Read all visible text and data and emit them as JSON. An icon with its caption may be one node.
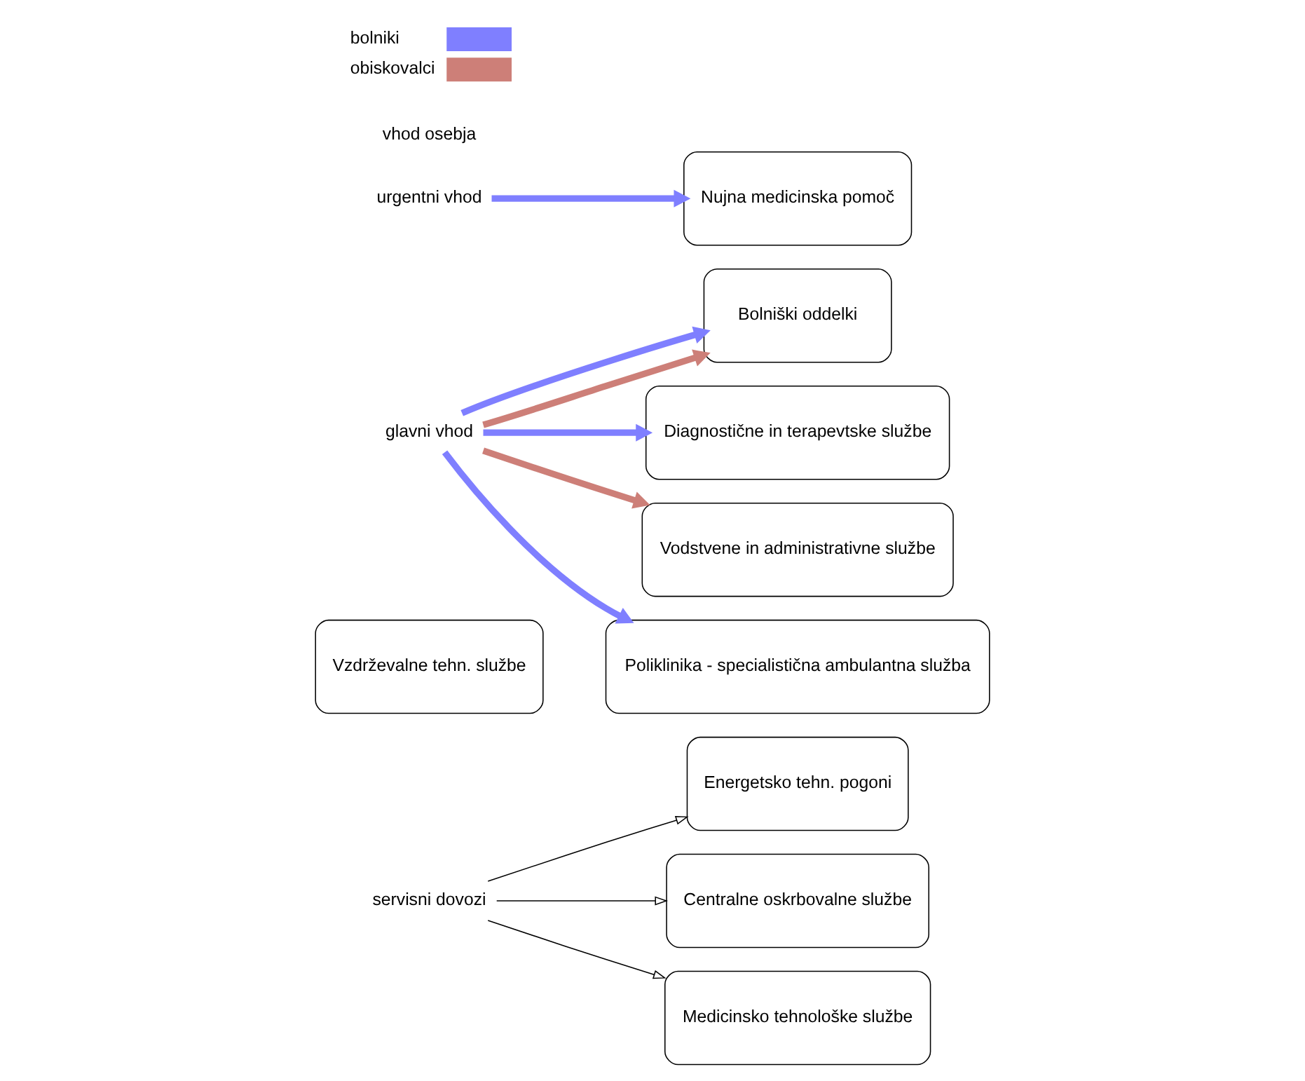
{
  "diagram": {
    "nodes": [
      {
        "text": [
          "servisni dovozi"
        ]
      },
      {
        "text": [
          "Energetsko tehn. pogoni"
        ]
      },
      {
        "text": [
          "Vzdrževalne tehn. službe"
        ]
      },
      {
        "text": [
          "Bolniški oddelki"
        ]
      },
      {
        "text": [
          "Centralne oskrbovalne službe"
        ]
      },
      {
        "text": [
          "Nujna medicinska pomoč"
        ]
      },
      {
        "text": [
          "urgentni vhod"
        ]
      },
      {
        "text": [
          "Medicinsko tehnološke službe"
        ]
      },
      {
        "text": [
          "Diagnostične in terapevtske službe"
        ]
      },
      {
        "text": [
          "Vodstvene in administrativne službe"
        ]
      },
      {
        "text": [
          "Poliklinika - specialistična ambulantna služba"
        ]
      },
      {
        "text": [
          "glavni vhod"
        ]
      }
    ],
    "edges": [
      {
        "from": 0,
        "to": 1,
        "arrow": "to",
        "color": "#000000"
      },
      {
        "from": 0,
        "to": 4,
        "arrow": "to",
        "color": "#000000"
      },
      {
        "from": 0,
        "to": 7,
        "arrow": "to",
        "color": "#000000"
      },
      {
        "from": 6,
        "to": 5,
        "arrow": "to",
        "color": "#7f7fff"
      },
      {
        "from": 11,
        "to": 3,
        "arrow": "to",
        "color": "#cd7f78"
      },
      {
        "from": 11,
        "to": 9,
        "arrow": "to",
        "color": "#cd7f78"
      },
      {
        "from": 11,
        "to": 3,
        "arrow": "to",
        "color": "#7f7fff"
      },
      {
        "from": 11,
        "to": 8,
        "arrow": "to",
        "color": "#7f7fff"
      },
      {
        "from": 11,
        "to": 10,
        "arrow": "to",
        "color": "#7f7fff"
      }
    ],
    "labels": [
      "vhod osebja"
    ],
    "legend": [
      {
        "text": "bolniki",
        "color": "#7f7fff"
      },
      {
        "text": "obiskovalci",
        "color": "#cd7f78"
      }
    ]
  }
}
